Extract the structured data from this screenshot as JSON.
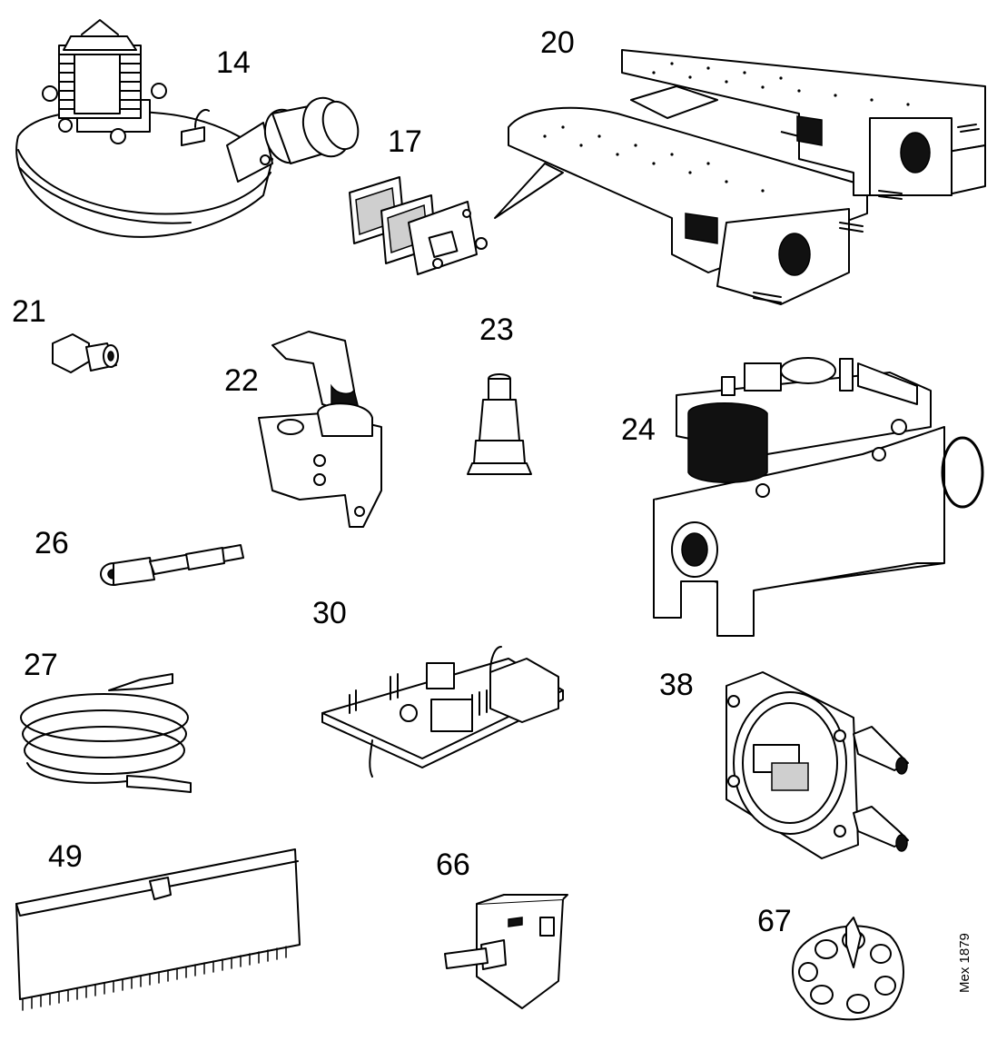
{
  "diagram": {
    "parts": [
      {
        "id": "14",
        "label": "14"
      },
      {
        "id": "17",
        "label": "17"
      },
      {
        "id": "20",
        "label": "20"
      },
      {
        "id": "21",
        "label": "21"
      },
      {
        "id": "22",
        "label": "22"
      },
      {
        "id": "23",
        "label": "23"
      },
      {
        "id": "24",
        "label": "24"
      },
      {
        "id": "26",
        "label": "26"
      },
      {
        "id": "27",
        "label": "27"
      },
      {
        "id": "30",
        "label": "30"
      },
      {
        "id": "38",
        "label": "38"
      },
      {
        "id": "49",
        "label": "49"
      },
      {
        "id": "66",
        "label": "66"
      },
      {
        "id": "67",
        "label": "67"
      }
    ],
    "reference": "Mex 1879"
  }
}
